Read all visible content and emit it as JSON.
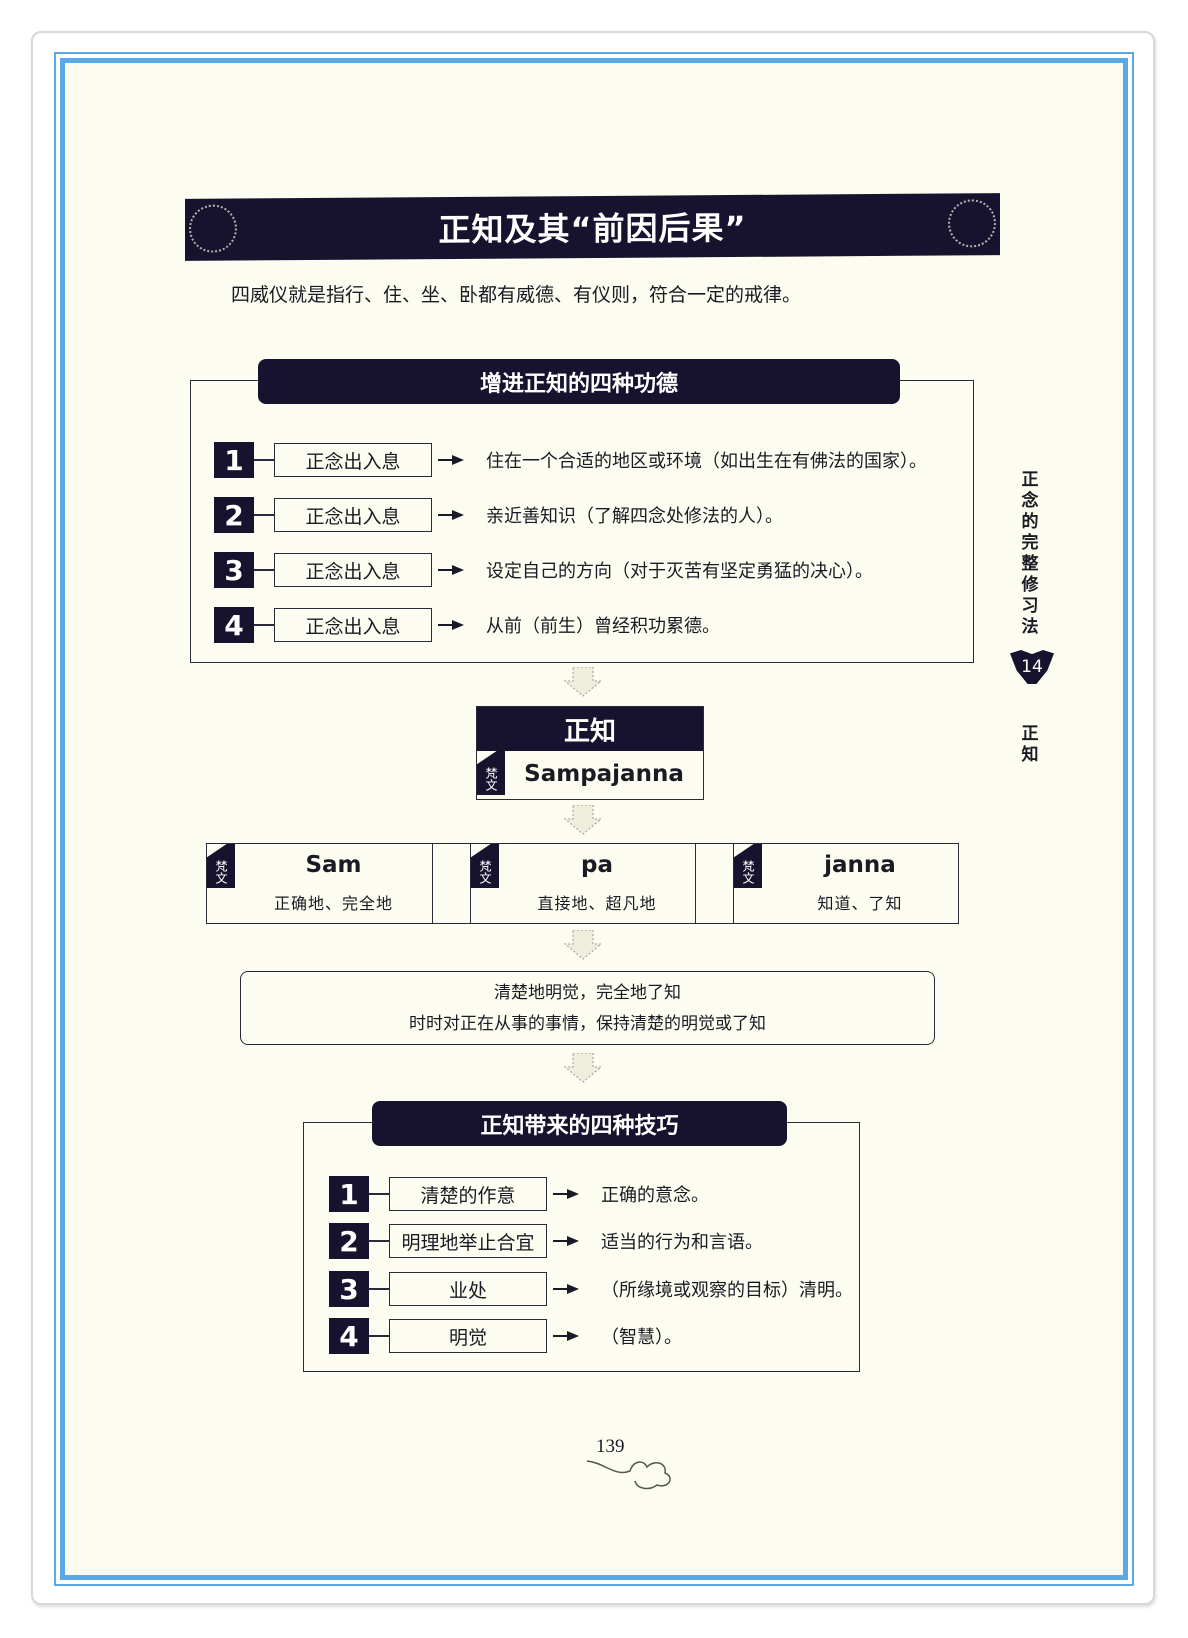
{
  "title": "正知及其“前因后果”",
  "intro": "四威仪就是指行、住、坐、卧都有威德、有仪则，符合一定的戒律。",
  "merits": {
    "header": "增进正知的四种功德",
    "rows": [
      {
        "num": "1",
        "label": "正念出入息",
        "desc": "住在一个合适的地区或环境（如出生在有佛法的国家）。"
      },
      {
        "num": "2",
        "label": "正念出入息",
        "desc": "亲近善知识（了解四念处修法的人）。"
      },
      {
        "num": "3",
        "label": "正念出入息",
        "desc": "设定自己的方向（对于灭苦有坚定勇猛的决心）。"
      },
      {
        "num": "4",
        "label": "正念出入息",
        "desc": "从前（前生）曾经积功累德。"
      }
    ]
  },
  "zhengzhi": {
    "title": "正知",
    "tag": "梵文",
    "sanskrit": "Sampajanna"
  },
  "parts": [
    {
      "tag": "梵文",
      "word": "Sam",
      "meaning": "正确地、完全地"
    },
    {
      "tag": "梵文",
      "word": "pa",
      "meaning": "直接地、超凡地"
    },
    {
      "tag": "梵文",
      "word": "janna",
      "meaning": "知道、了知"
    }
  ],
  "definition": {
    "line1": "清楚地明觉，完全地了知",
    "line2": "时时对正在从事的事情，保持清楚的明觉或了知"
  },
  "skills": {
    "header": "正知带来的四种技巧",
    "rows": [
      {
        "num": "1",
        "label": "清楚的作意",
        "desc": "正确的意念。"
      },
      {
        "num": "2",
        "label": "明理地举止合宜",
        "desc": "适当的行为和言语。"
      },
      {
        "num": "3",
        "label": "业处",
        "desc": "（所缘境或观察的目标）清明。"
      },
      {
        "num": "4",
        "label": "明觉",
        "desc": "（智慧）。"
      }
    ]
  },
  "side": {
    "chapter": "正念的完整修习法",
    "badge": "14",
    "section": "正知"
  },
  "page_number": "139",
  "colors": {
    "ink": "#17122e",
    "border": "#5aa8e6",
    "paper": "#fcfcf0"
  }
}
